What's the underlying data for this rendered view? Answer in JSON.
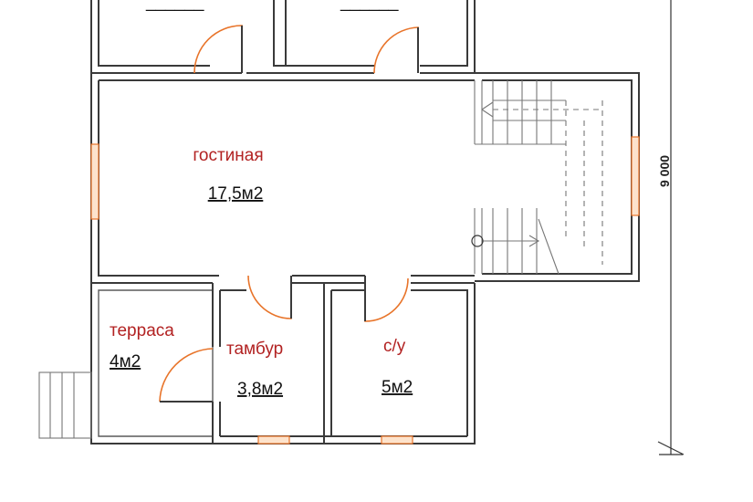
{
  "rooms": {
    "living": {
      "name": "гостиная",
      "area": "17,5м2"
    },
    "terrace": {
      "name": "терраса",
      "area": "4м2"
    },
    "vestibule": {
      "name": "тамбур",
      "area": "3,8м2"
    },
    "bathroom": {
      "name": "с/у",
      "area": "5м2"
    }
  },
  "dimension": {
    "label": "9 000"
  },
  "colors": {
    "wall": "#3a3a3a",
    "door": "#e8742a",
    "room_label": "#b22222"
  }
}
